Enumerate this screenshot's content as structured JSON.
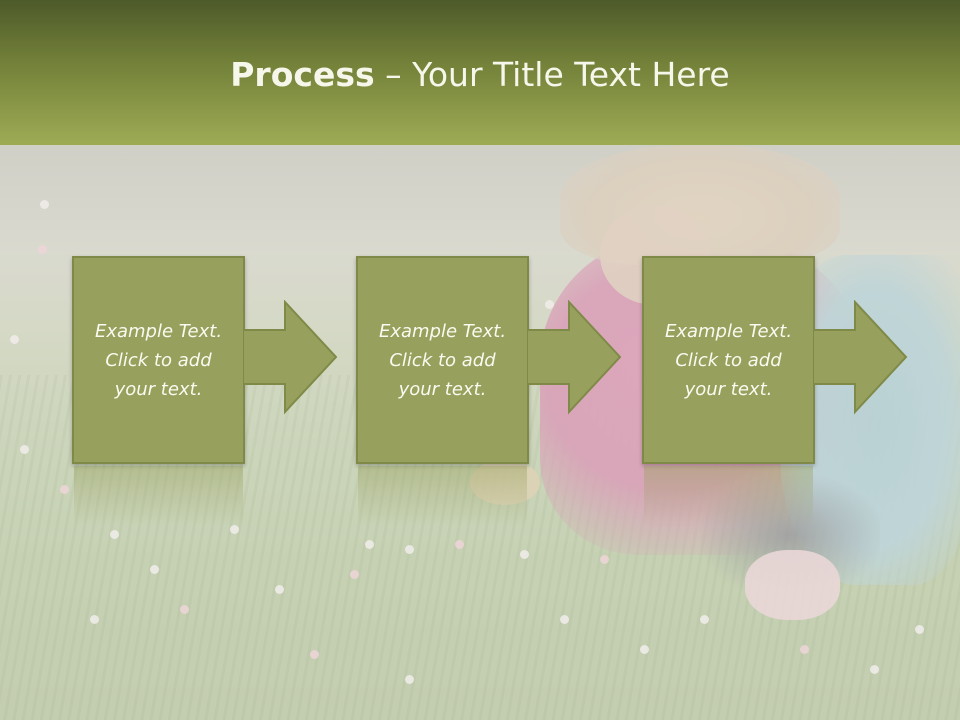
{
  "slide": {
    "title_bold": "Process",
    "title_rest": " – Your Title Text Here"
  },
  "steps": [
    {
      "text": "Example Text.\nClick  to add\nyour text."
    },
    {
      "text": "Example Text.\nClick  to add\nyour text."
    },
    {
      "text": "Example Text.\nClick  to add\nyour text."
    }
  ],
  "colors": {
    "title_bar": "#74823a",
    "box_fill": "#97a05c",
    "box_border": "#7f8a48",
    "text": "#fafaf0"
  }
}
